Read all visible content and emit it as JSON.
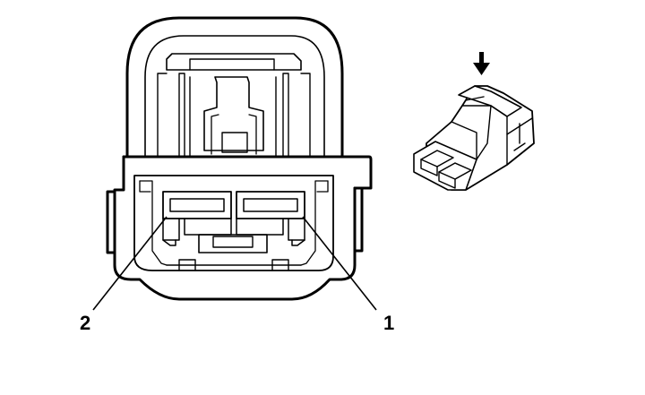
{
  "diagram": {
    "connector_front_view": {
      "terminals": [
        {
          "id": "terminal-2",
          "label": "2"
        },
        {
          "id": "terminal-1",
          "label": "1"
        }
      ]
    },
    "perspective_view": {
      "arrow_icon": "arrow-down-icon"
    },
    "colors": {
      "line": "#000000",
      "background": "#ffffff"
    }
  }
}
